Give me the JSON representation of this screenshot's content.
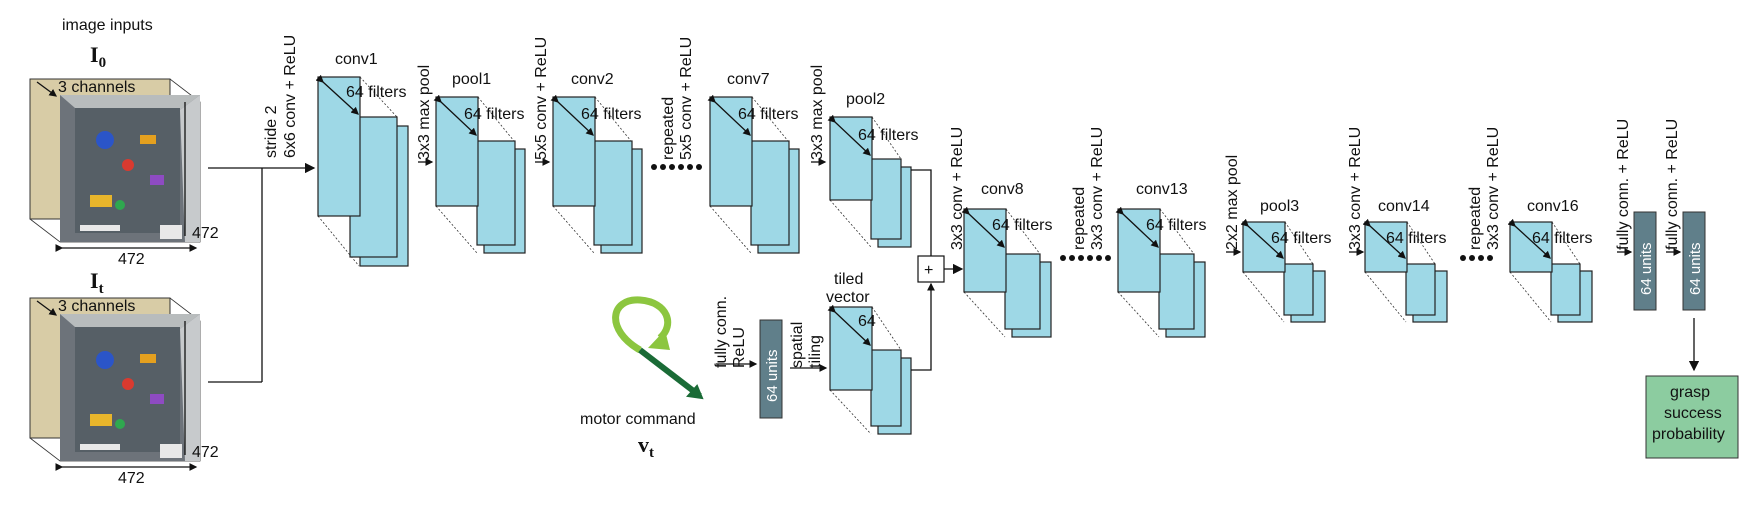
{
  "inputs": {
    "title": "image inputs",
    "i0_symbol": "I",
    "i0_sub": "0",
    "it_symbol": "I",
    "it_sub": "t",
    "channels": "3 channels",
    "width": "472",
    "height": "472"
  },
  "vertical_labels": {
    "stride": "stride 2",
    "conv6": "6x6 conv + ReLU",
    "max3a": "3x3 max pool",
    "conv5": "5x5 conv + ReLU",
    "rep5a": "repeated",
    "rep5b": "5x5 conv + ReLU",
    "max3b": "3x3 max pool",
    "conv3a": "3x3 conv + ReLU",
    "rep3a": "repeated",
    "rep3b": "3x3 conv + ReLU",
    "max2": "2x2 max pool",
    "conv3b": "3x3 conv + ReLU",
    "rep3c": "repeated",
    "rep3d": "3x3 conv + ReLU",
    "fc1": "fully conn. + ReLU",
    "fc2": "fully conn. + ReLU"
  },
  "layers": {
    "conv1": "conv1",
    "pool1": "pool1",
    "conv2": "conv2",
    "conv7": "conv7",
    "pool2": "pool2",
    "conv8": "conv8",
    "conv13": "conv13",
    "pool3": "pool3",
    "conv14": "conv14",
    "conv16": "conv16"
  },
  "filters_label": "64 filters",
  "units_label": "64 units",
  "motor": {
    "fc_a": "fully conn.",
    "fc_b": "ReLU",
    "tile_a": "spatial",
    "tile_b": "tiling",
    "tiled_a": "tiled",
    "tiled_b": "vector",
    "tiled_num": "64",
    "caption": "motor command",
    "symbol": "v",
    "sub": "t"
  },
  "sum_symbol": "+",
  "output": {
    "line1": "grasp",
    "line2": "success",
    "line3": "probability"
  },
  "colors": {
    "block": "#9ed8e6",
    "dense": "#607f8a",
    "output": "#8ccca0",
    "arrow_light": "#8cc63f",
    "arrow_dark": "#1a6b36"
  }
}
